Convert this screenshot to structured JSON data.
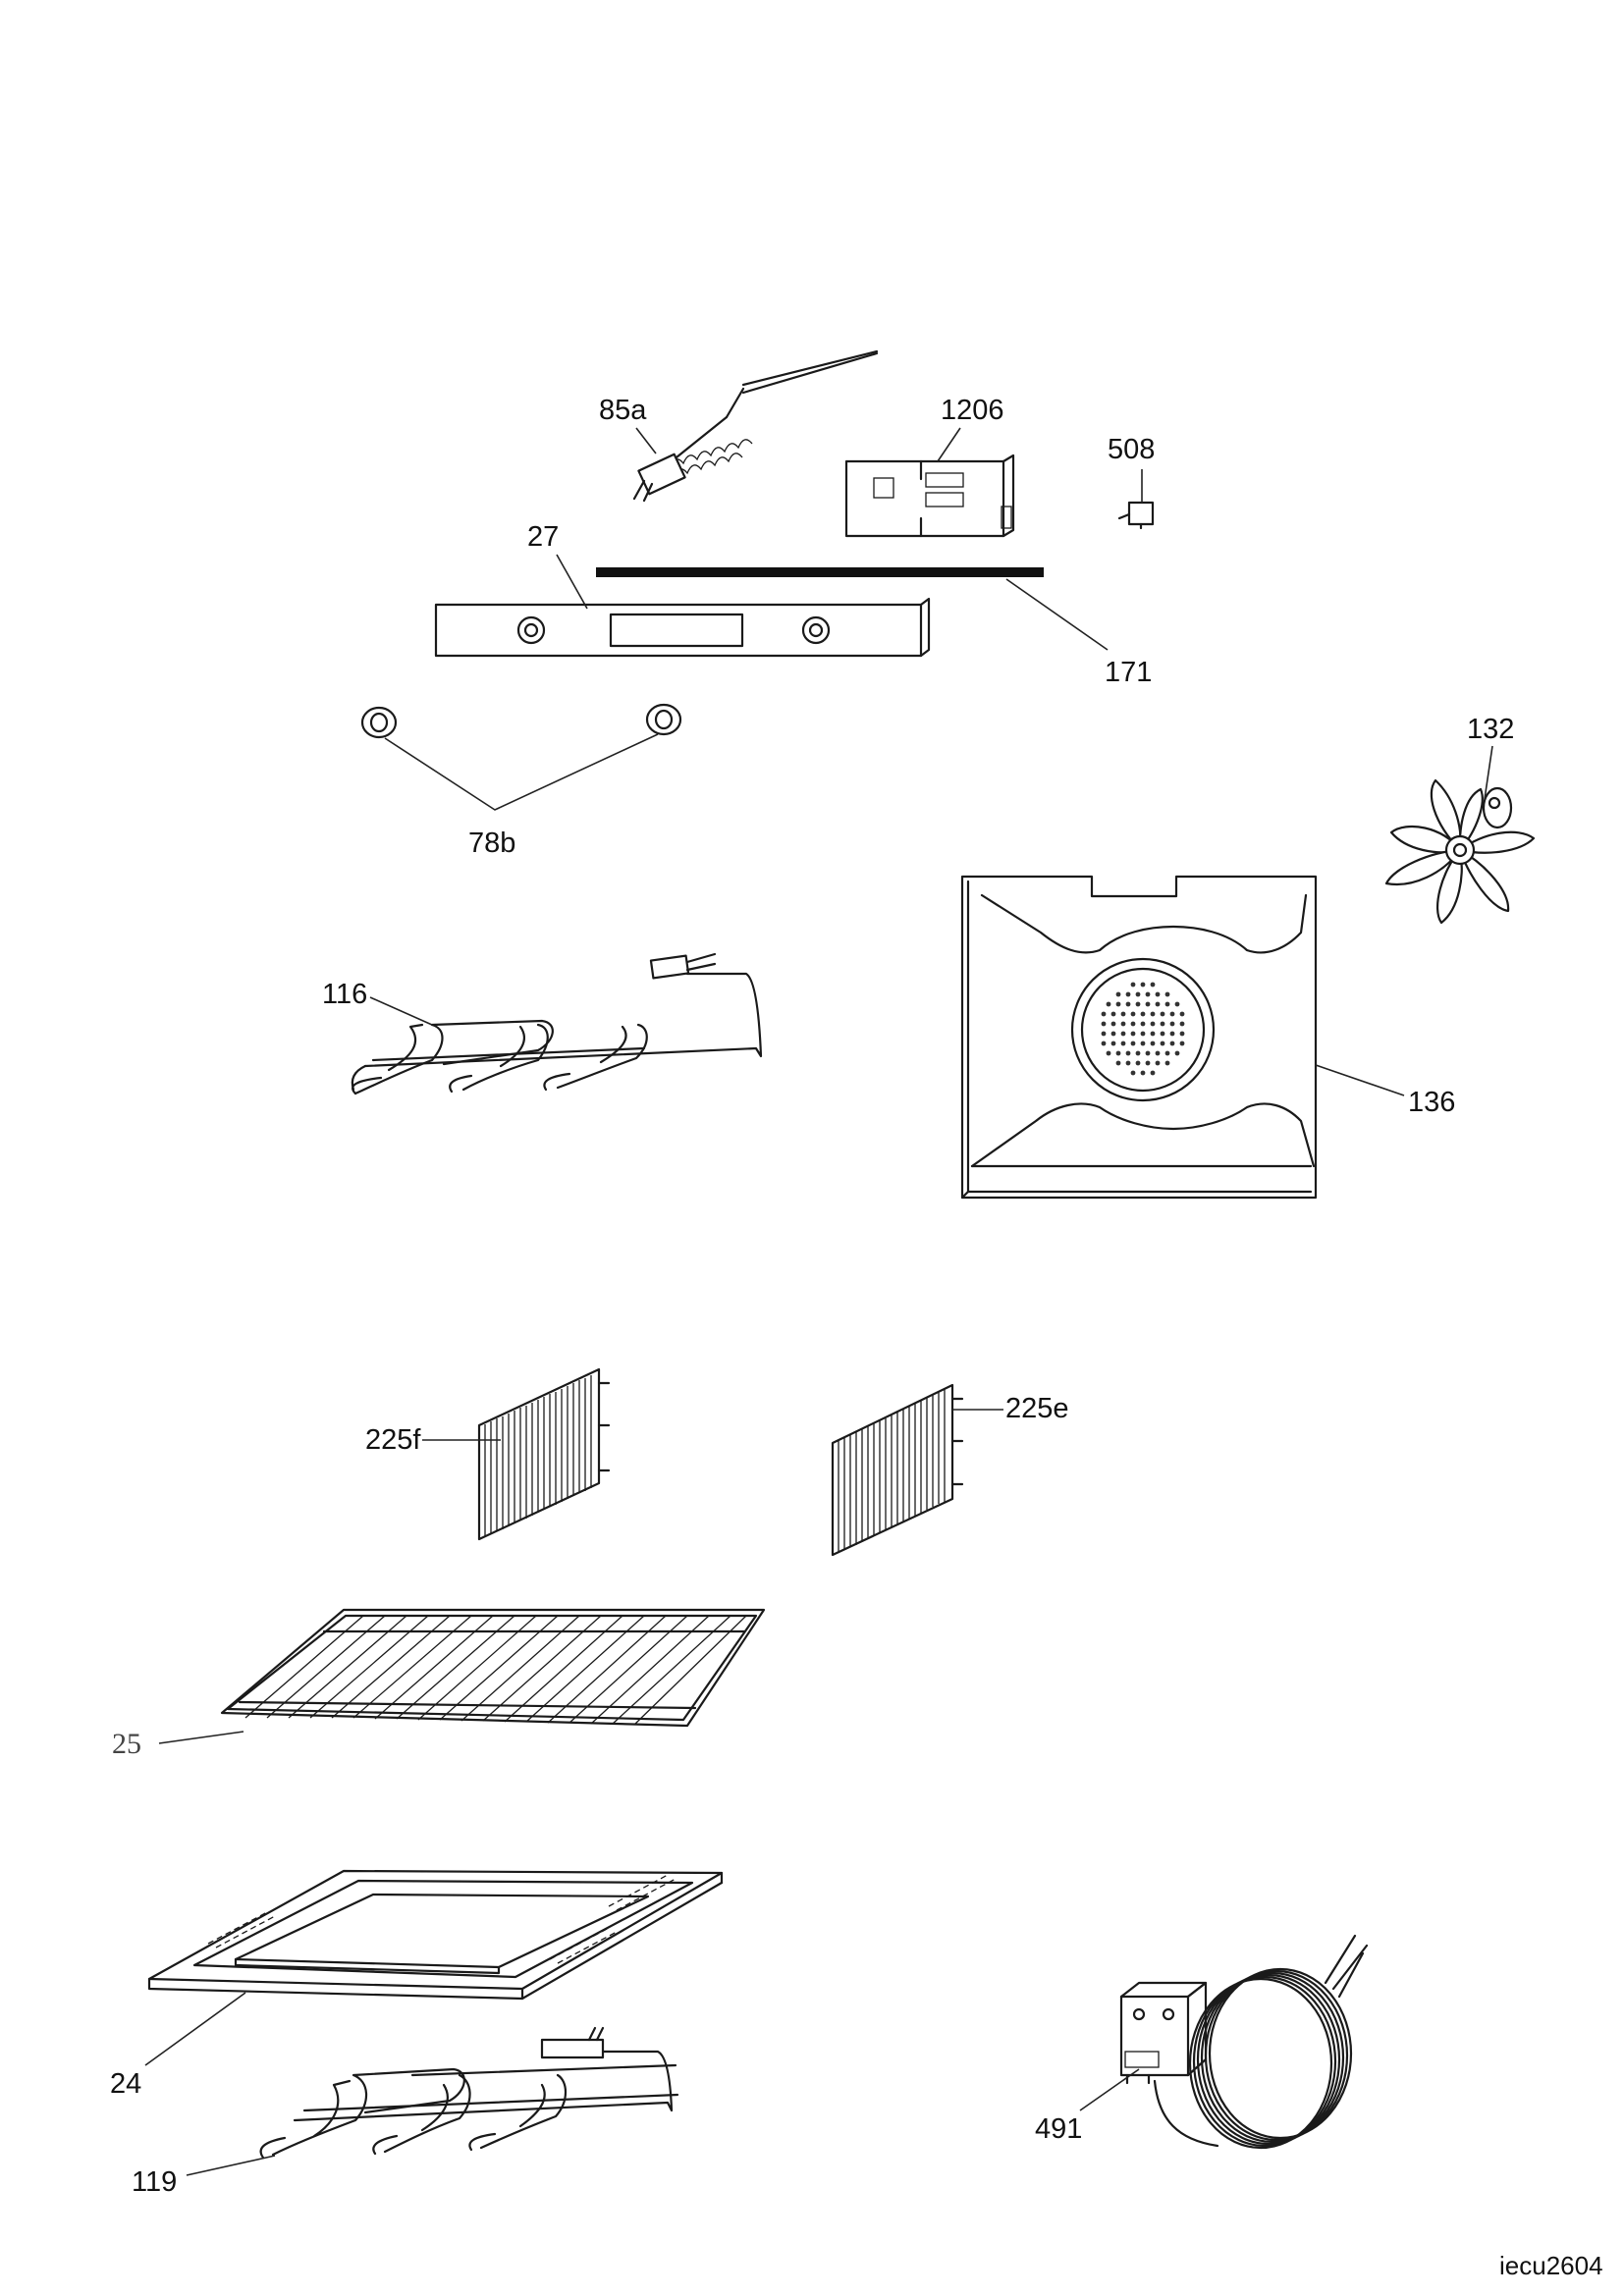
{
  "document": {
    "id": "iecu2604"
  },
  "callouts": [
    {
      "key": "thermostat-85a",
      "label": "85a"
    },
    {
      "key": "module-1206",
      "label": "1206"
    },
    {
      "key": "switch-508",
      "label": "508"
    },
    {
      "key": "panel-27",
      "label": "27"
    },
    {
      "key": "strip-171",
      "label": "171"
    },
    {
      "key": "knobs-78b",
      "label": "78b"
    },
    {
      "key": "fan-motor-132",
      "label": "132"
    },
    {
      "key": "top-element-116",
      "label": "116"
    },
    {
      "key": "back-panel-136",
      "label": "136"
    },
    {
      "key": "side-rack-225f",
      "label": "225f"
    },
    {
      "key": "side-rack-225e",
      "label": "225e"
    },
    {
      "key": "wire-shelf-25",
      "label": "25"
    },
    {
      "key": "baking-tray-24",
      "label": "24"
    },
    {
      "key": "bottom-element-119",
      "label": "119"
    },
    {
      "key": "thermostat-491",
      "label": "491"
    }
  ]
}
